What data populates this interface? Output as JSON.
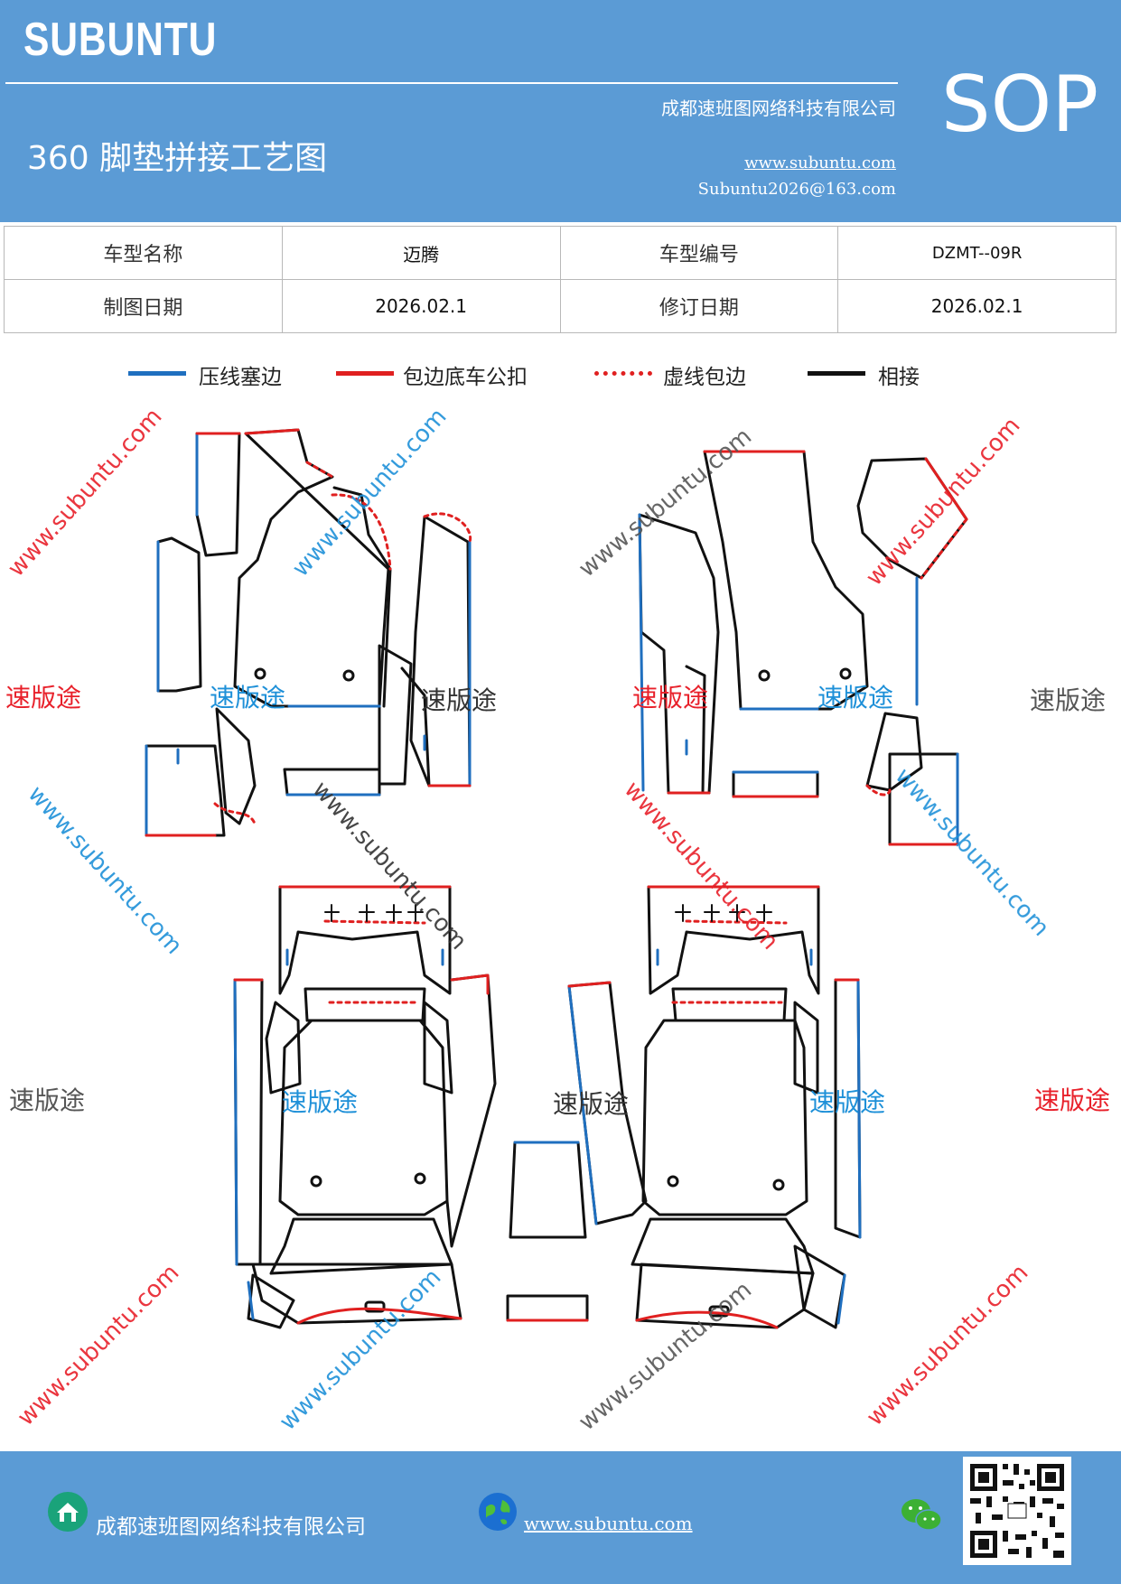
{
  "header": {
    "brand": "SUBUNTU",
    "company": "成都速班图网络科技有限公司",
    "title": "360 脚垫拼接工艺图",
    "website": "www.subuntu.com",
    "email": "Subuntu2026@163.com",
    "badge": "SOP",
    "bg_color": "#5b9bd5"
  },
  "info_table": {
    "rows": [
      {
        "label1": "车型名称",
        "value1": "迈腾",
        "label2": "车型编号",
        "value2": "DZMT--09R"
      },
      {
        "label1": "制图日期",
        "value1": "2026.02.1",
        "label2": "修订日期",
        "value2": "2026.02.1"
      }
    ]
  },
  "legend": [
    {
      "label": "压线塞边",
      "color": "#1f6fbf",
      "style": "solid"
    },
    {
      "label": "包边底车公扣",
      "color": "#e02020",
      "style": "solid"
    },
    {
      "label": "虚线包边",
      "color": "#e02020",
      "style": "dotted"
    },
    {
      "label": "相接",
      "color": "#111111",
      "style": "solid"
    }
  ],
  "watermarks": {
    "brand": "速版途",
    "url": "www.subuntu.com",
    "colors": [
      "#e8202a",
      "#1e90d8",
      "#555555"
    ]
  },
  "footer": {
    "company": "成都速班图网络科技有限公司",
    "website": "www.subuntu.com ",
    "icons": [
      "home-icon",
      "globe-icon",
      "wechat-icon",
      "qr-code"
    ]
  }
}
